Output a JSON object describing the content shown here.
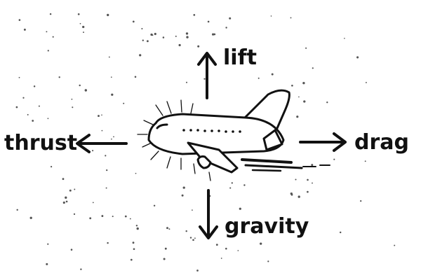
{
  "diagram": {
    "forces": {
      "lift": "lift",
      "thrust": "thrust",
      "drag": "drag",
      "gravity": "gravity"
    },
    "colors": {
      "ink": "#111111",
      "background": "#ffffff",
      "speckle": "#555555"
    },
    "icons": {
      "airplane": "airplane-icon",
      "arrow_up": "arrow-up-icon",
      "arrow_down": "arrow-down-icon",
      "arrow_left": "arrow-left-icon",
      "arrow_right": "arrow-right-icon"
    }
  }
}
